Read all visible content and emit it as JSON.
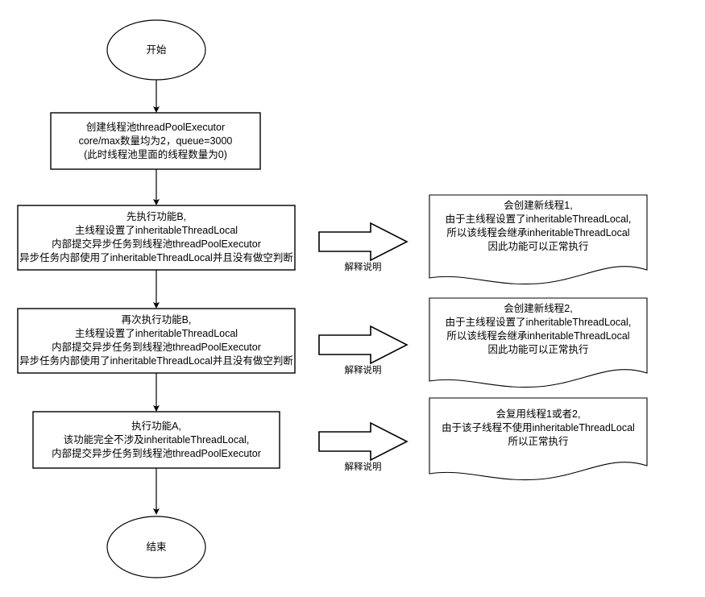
{
  "diagram": {
    "title": "inheritableThreadLocal thread pool flowchart",
    "stroke_color": "#000000",
    "fill_color": "#ffffff",
    "background": "#ffffff"
  },
  "nodes": {
    "start": {
      "shape": "ellipse",
      "label": "开始"
    },
    "create_pool": {
      "shape": "process",
      "lines": [
        "创建线程池threadPoolExecutor",
        "core/max数量均为2，queue=3000",
        "(此时线程池里面的线程数量为0)"
      ]
    },
    "func_b_first": {
      "shape": "process",
      "lines": [
        "先执行功能B,",
        "主线程设置了inheritableThreadLocal",
        "内部提交异步任务到线程池threadPoolExecutor",
        "异步任务内部使用了inheritableThreadLocal并且没有做空判断"
      ]
    },
    "func_b_second": {
      "shape": "process",
      "lines": [
        "再次执行功能B,",
        "主线程设置了inheritableThreadLocal",
        "内部提交异步任务到线程池threadPoolExecutor",
        "异步任务内部使用了inheritableThreadLocal并且没有做空判断"
      ]
    },
    "func_a": {
      "shape": "process",
      "lines": [
        "执行功能A,",
        "该功能完全不涉及inheritableThreadLocal,",
        "内部提交异步任务到线程池threadPoolExecutor"
      ]
    },
    "end": {
      "shape": "ellipse",
      "label": "结束"
    }
  },
  "annotations": [
    {
      "id": "note-1",
      "shape": "document",
      "arrow_label": "解释说明",
      "lines": [
        "会创建新线程1,",
        "由于主线程设置了inheritableThreadLocal,",
        "所以该线程会继承inheritableThreadLocal",
        "因此功能可以正常执行"
      ]
    },
    {
      "id": "note-2",
      "shape": "document",
      "arrow_label": "解释说明",
      "lines": [
        "会创建新线程2,",
        "由于主线程设置了inheritableThreadLocal,",
        "所以该线程会继承inheritableThreadLocal",
        "因此功能可以正常执行"
      ]
    },
    {
      "id": "note-3",
      "shape": "document",
      "arrow_label": "解释说明",
      "lines": [
        "会复用线程1或者2,",
        "由于该子线程不使用inheritableThreadLocal",
        "所以正常执行"
      ]
    }
  ]
}
